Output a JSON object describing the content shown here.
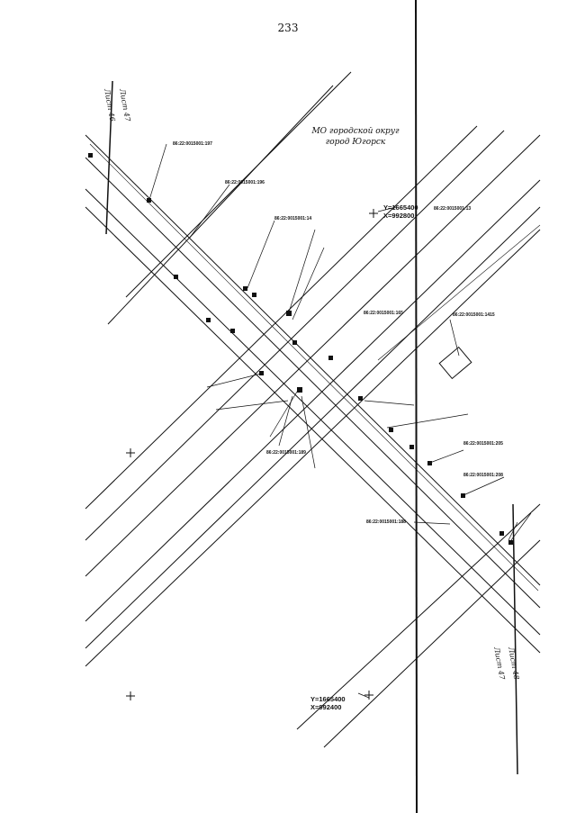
{
  "page": {
    "number": "233"
  },
  "region": {
    "line1": "МО городской округ",
    "line2": "город Югорск"
  },
  "coords": {
    "upper": {
      "y": "Y=1665400",
      "x": "X=992800"
    },
    "lower": {
      "y": "Y=1665400",
      "x": "X=992400"
    }
  },
  "sheets": {
    "top_left_a": "Лист 47",
    "top_left_b": "Лист 46",
    "bottom_right_a": "Лист 48",
    "bottom_right_b": "Лист 47"
  },
  "parcels": [
    "86:22:0015001:197",
    "86:22:0015001:196",
    "86:22:0015001:14",
    "86:22:0015001:13",
    "86:22:0015001:1415",
    "86:22:0015001:165",
    "86:22:0015001:205",
    "86:22:0015001:208",
    "86:22:0015001:189",
    "86:22:0015001:188"
  ],
  "colors": {
    "ink": "#111111",
    "paper": "#ffffff"
  }
}
